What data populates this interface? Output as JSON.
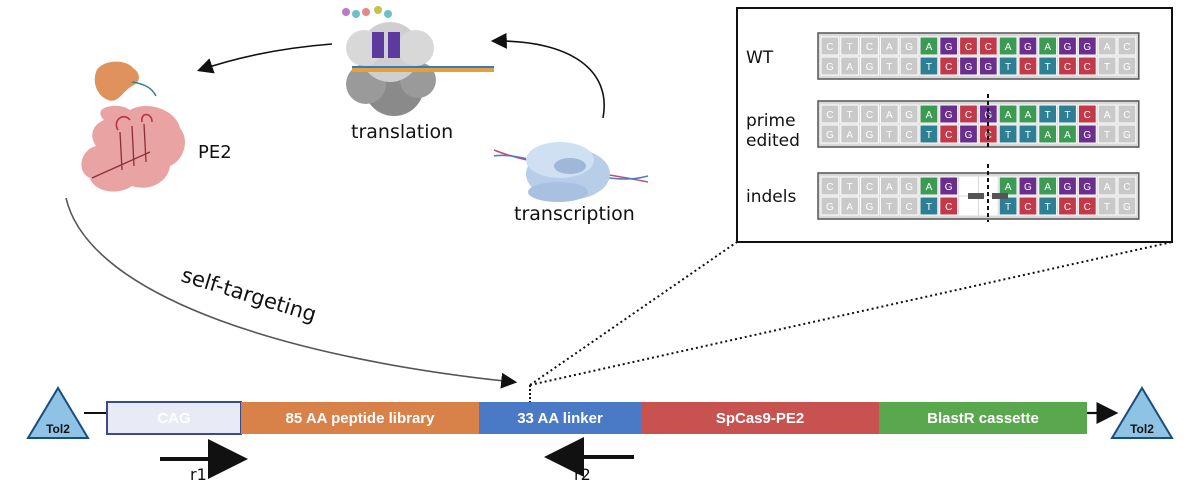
{
  "cycle": {
    "protein_label": "PE2",
    "translation_label": "translation",
    "transcription_label": "transcription",
    "self_targeting_label": "self-targeting"
  },
  "construct": {
    "left_tol2": "Tol2",
    "right_tol2": "Tol2",
    "segments": [
      {
        "label": "CAG",
        "fill": "#e8eaf6",
        "text_color": "#111111"
      },
      {
        "label": "85 AA peptide library",
        "fill": "#d8824a",
        "text_color": "#ffffff"
      },
      {
        "label": "33 AA linker",
        "fill": "#4a79c6",
        "text_color": "#ffffff"
      },
      {
        "label": "SpCas9-PE2",
        "fill": "#c8524f",
        "text_color": "#ffffff"
      },
      {
        "label": "BlastR cassette",
        "fill": "#5aa84e",
        "text_color": "#ffffff"
      }
    ],
    "primer_r1": "r1",
    "primer_r2": "r2"
  },
  "inset": {
    "rows": [
      {
        "label": "WT",
        "top": [
          {
            "b": "C",
            "c": "gray"
          },
          {
            "b": "T",
            "c": "gray"
          },
          {
            "b": "C",
            "c": "gray"
          },
          {
            "b": "A",
            "c": "gray"
          },
          {
            "b": "G",
            "c": "gray"
          },
          {
            "b": "A",
            "c": "green"
          },
          {
            "b": "G",
            "c": "purple"
          },
          {
            "b": "C",
            "c": "red"
          },
          {
            "b": "C",
            "c": "red"
          },
          {
            "b": "A",
            "c": "green"
          },
          {
            "b": "G",
            "c": "purple"
          },
          {
            "b": "A",
            "c": "green"
          },
          {
            "b": "G",
            "c": "purple"
          },
          {
            "b": "G",
            "c": "purple"
          },
          {
            "b": "A",
            "c": "gray"
          },
          {
            "b": "C",
            "c": "gray"
          }
        ],
        "bottom": [
          {
            "b": "G",
            "c": "gray"
          },
          {
            "b": "A",
            "c": "gray"
          },
          {
            "b": "G",
            "c": "gray"
          },
          {
            "b": "T",
            "c": "gray"
          },
          {
            "b": "C",
            "c": "gray"
          },
          {
            "b": "T",
            "c": "teal"
          },
          {
            "b": "C",
            "c": "red"
          },
          {
            "b": "G",
            "c": "purple"
          },
          {
            "b": "G",
            "c": "purple"
          },
          {
            "b": "T",
            "c": "teal"
          },
          {
            "b": "C",
            "c": "red"
          },
          {
            "b": "T",
            "c": "teal"
          },
          {
            "b": "C",
            "c": "red"
          },
          {
            "b": "C",
            "c": "red"
          },
          {
            "b": "T",
            "c": "gray"
          },
          {
            "b": "G",
            "c": "gray"
          }
        ]
      },
      {
        "label": "prime edited",
        "top": [
          {
            "b": "C",
            "c": "gray"
          },
          {
            "b": "T",
            "c": "gray"
          },
          {
            "b": "C",
            "c": "gray"
          },
          {
            "b": "A",
            "c": "gray"
          },
          {
            "b": "G",
            "c": "gray"
          },
          {
            "b": "A",
            "c": "green"
          },
          {
            "b": "G",
            "c": "purple"
          },
          {
            "b": "C",
            "c": "red"
          },
          {
            "b": "G",
            "c": "purple"
          },
          {
            "b": "A",
            "c": "green"
          },
          {
            "b": "A",
            "c": "green"
          },
          {
            "b": "T",
            "c": "teal"
          },
          {
            "b": "T",
            "c": "teal"
          },
          {
            "b": "C",
            "c": "red"
          },
          {
            "b": "A",
            "c": "gray"
          },
          {
            "b": "C",
            "c": "gray"
          }
        ],
        "bottom": [
          {
            "b": "G",
            "c": "gray"
          },
          {
            "b": "A",
            "c": "gray"
          },
          {
            "b": "G",
            "c": "gray"
          },
          {
            "b": "T",
            "c": "gray"
          },
          {
            "b": "C",
            "c": "gray"
          },
          {
            "b": "T",
            "c": "teal"
          },
          {
            "b": "C",
            "c": "red"
          },
          {
            "b": "G",
            "c": "purple"
          },
          {
            "b": "C",
            "c": "red"
          },
          {
            "b": "T",
            "c": "teal"
          },
          {
            "b": "T",
            "c": "teal"
          },
          {
            "b": "A",
            "c": "green"
          },
          {
            "b": "A",
            "c": "green"
          },
          {
            "b": "G",
            "c": "purple"
          },
          {
            "b": "T",
            "c": "gray"
          },
          {
            "b": "G",
            "c": "gray"
          }
        ]
      },
      {
        "label": "indels",
        "top": [
          {
            "b": "C",
            "c": "gray"
          },
          {
            "b": "T",
            "c": "gray"
          },
          {
            "b": "C",
            "c": "gray"
          },
          {
            "b": "A",
            "c": "gray"
          },
          {
            "b": "G",
            "c": "gray"
          },
          {
            "b": "A",
            "c": "green"
          },
          {
            "b": "G",
            "c": "purple"
          },
          {
            "b": "",
            "c": "gap"
          },
          {
            "b": "",
            "c": "gap"
          },
          {
            "b": "A",
            "c": "green"
          },
          {
            "b": "G",
            "c": "purple"
          },
          {
            "b": "A",
            "c": "green"
          },
          {
            "b": "G",
            "c": "purple"
          },
          {
            "b": "G",
            "c": "purple"
          },
          {
            "b": "A",
            "c": "gray"
          },
          {
            "b": "C",
            "c": "gray"
          }
        ],
        "bottom": [
          {
            "b": "G",
            "c": "gray"
          },
          {
            "b": "A",
            "c": "gray"
          },
          {
            "b": "G",
            "c": "gray"
          },
          {
            "b": "T",
            "c": "gray"
          },
          {
            "b": "C",
            "c": "gray"
          },
          {
            "b": "T",
            "c": "teal"
          },
          {
            "b": "C",
            "c": "red"
          },
          {
            "b": "",
            "c": "gap"
          },
          {
            "b": "",
            "c": "gap"
          },
          {
            "b": "T",
            "c": "teal"
          },
          {
            "b": "C",
            "c": "red"
          },
          {
            "b": "T",
            "c": "teal"
          },
          {
            "b": "C",
            "c": "red"
          },
          {
            "b": "C",
            "c": "red"
          },
          {
            "b": "T",
            "c": "gray"
          },
          {
            "b": "G",
            "c": "gray"
          }
        ]
      }
    ],
    "base_colors": {
      "gray": "#c9c9c9",
      "green": "#3c9a54",
      "purple": "#6a2f8c",
      "red": "#c23a4a",
      "teal": "#2f7f94",
      "gap": "#ffffff"
    }
  }
}
